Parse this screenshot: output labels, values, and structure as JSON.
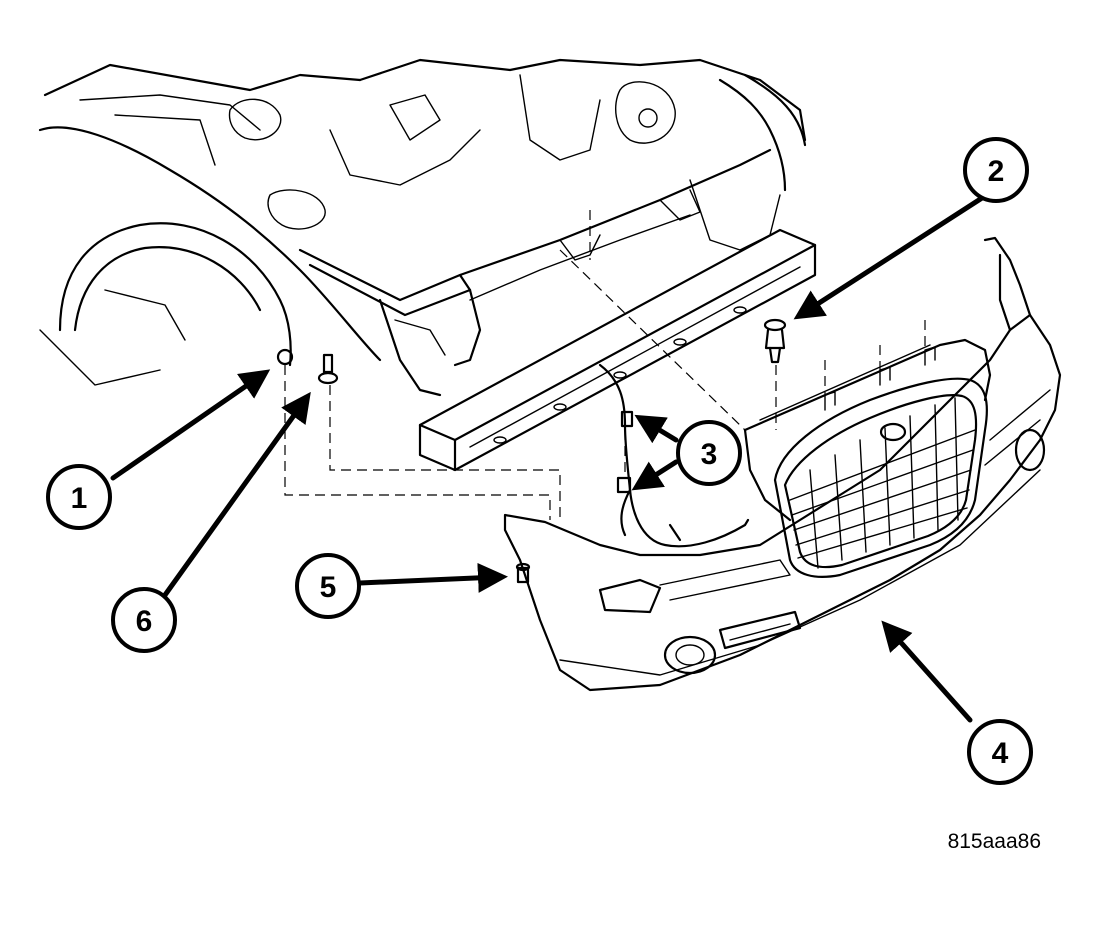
{
  "callouts": [
    {
      "id": "1",
      "label": "1"
    },
    {
      "id": "2",
      "label": "2"
    },
    {
      "id": "3",
      "label": "3"
    },
    {
      "id": "4",
      "label": "4"
    },
    {
      "id": "5",
      "label": "5"
    },
    {
      "id": "6",
      "label": "6"
    }
  ],
  "figure_id": "815aaa86"
}
